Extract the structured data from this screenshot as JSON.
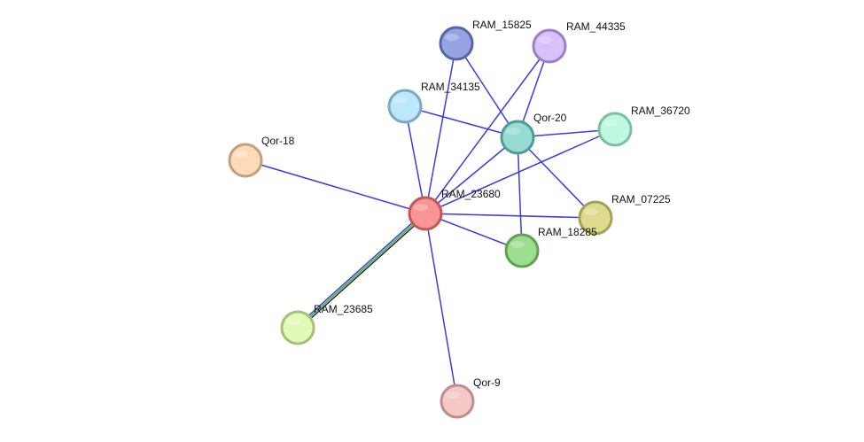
{
  "network": {
    "nodes": [
      {
        "id": "RAM_23680",
        "label": "RAM_23680",
        "fill": "#f99494",
        "stroke": "#c05858"
      },
      {
        "id": "RAM_15825",
        "label": "RAM_15825",
        "fill": "#97a4e4",
        "stroke": "#5664aa"
      },
      {
        "id": "RAM_44335",
        "label": "RAM_44335",
        "fill": "#d7c2f9",
        "stroke": "#9c7fc6"
      },
      {
        "id": "RAM_34135",
        "label": "RAM_34135",
        "fill": "#bde7fa",
        "stroke": "#79a9c6"
      },
      {
        "id": "Qor-20",
        "label": "Qor-20",
        "fill": "#96dcd4",
        "stroke": "#4e9c92"
      },
      {
        "id": "RAM_36720",
        "label": "RAM_36720",
        "fill": "#bff7df",
        "stroke": "#7cc0a3"
      },
      {
        "id": "Qor-18",
        "label": "Qor-18",
        "fill": "#fddbb8",
        "stroke": "#c1a07c"
      },
      {
        "id": "RAM_07225",
        "label": "RAM_07225",
        "fill": "#dedb8f",
        "stroke": "#a6a255"
      },
      {
        "id": "RAM_18285",
        "label": "RAM_18285",
        "fill": "#9cdd8f",
        "stroke": "#5ea250"
      },
      {
        "id": "RAM_23685",
        "label": "RAM_23685",
        "fill": "#e3f9b7",
        "stroke": "#a5c178"
      },
      {
        "id": "Qor-9",
        "label": "Qor-9",
        "fill": "#f6c7c7",
        "stroke": "#c08c8c"
      }
    ],
    "edges": [
      {
        "source": "RAM_23680",
        "target": "Qor-18",
        "colors": [
          "#3b3be6"
        ]
      },
      {
        "source": "RAM_23680",
        "target": "RAM_34135",
        "colors": [
          "#3b3be6"
        ]
      },
      {
        "source": "RAM_23680",
        "target": "RAM_15825",
        "colors": [
          "#3b3be6"
        ]
      },
      {
        "source": "RAM_23680",
        "target": "RAM_44335",
        "colors": [
          "#3b3be6"
        ]
      },
      {
        "source": "RAM_23680",
        "target": "Qor-20",
        "colors": [
          "#3b3be6"
        ]
      },
      {
        "source": "RAM_23680",
        "target": "RAM_36720",
        "colors": [
          "#3b3be6"
        ]
      },
      {
        "source": "RAM_23680",
        "target": "RAM_07225",
        "colors": [
          "#3b3be6"
        ]
      },
      {
        "source": "RAM_23680",
        "target": "RAM_18285",
        "colors": [
          "#3b3be6"
        ]
      },
      {
        "source": "RAM_23680",
        "target": "Qor-9",
        "colors": [
          "#3b3be6"
        ]
      },
      {
        "source": "RAM_23680",
        "target": "RAM_23685",
        "colors": [
          "#2a2a2a",
          "#39b339",
          "#3b3be6"
        ]
      },
      {
        "source": "Qor-20",
        "target": "RAM_15825",
        "colors": [
          "#3b3be6"
        ]
      },
      {
        "source": "Qor-20",
        "target": "RAM_44335",
        "colors": [
          "#3b3be6"
        ]
      },
      {
        "source": "Qor-20",
        "target": "RAM_34135",
        "colors": [
          "#3b3be6"
        ]
      },
      {
        "source": "Qor-20",
        "target": "RAM_36720",
        "colors": [
          "#3b3be6"
        ]
      },
      {
        "source": "Qor-20",
        "target": "RAM_07225",
        "colors": [
          "#3b3be6"
        ]
      },
      {
        "source": "Qor-20",
        "target": "RAM_18285",
        "colors": [
          "#3b3be6"
        ]
      }
    ]
  }
}
